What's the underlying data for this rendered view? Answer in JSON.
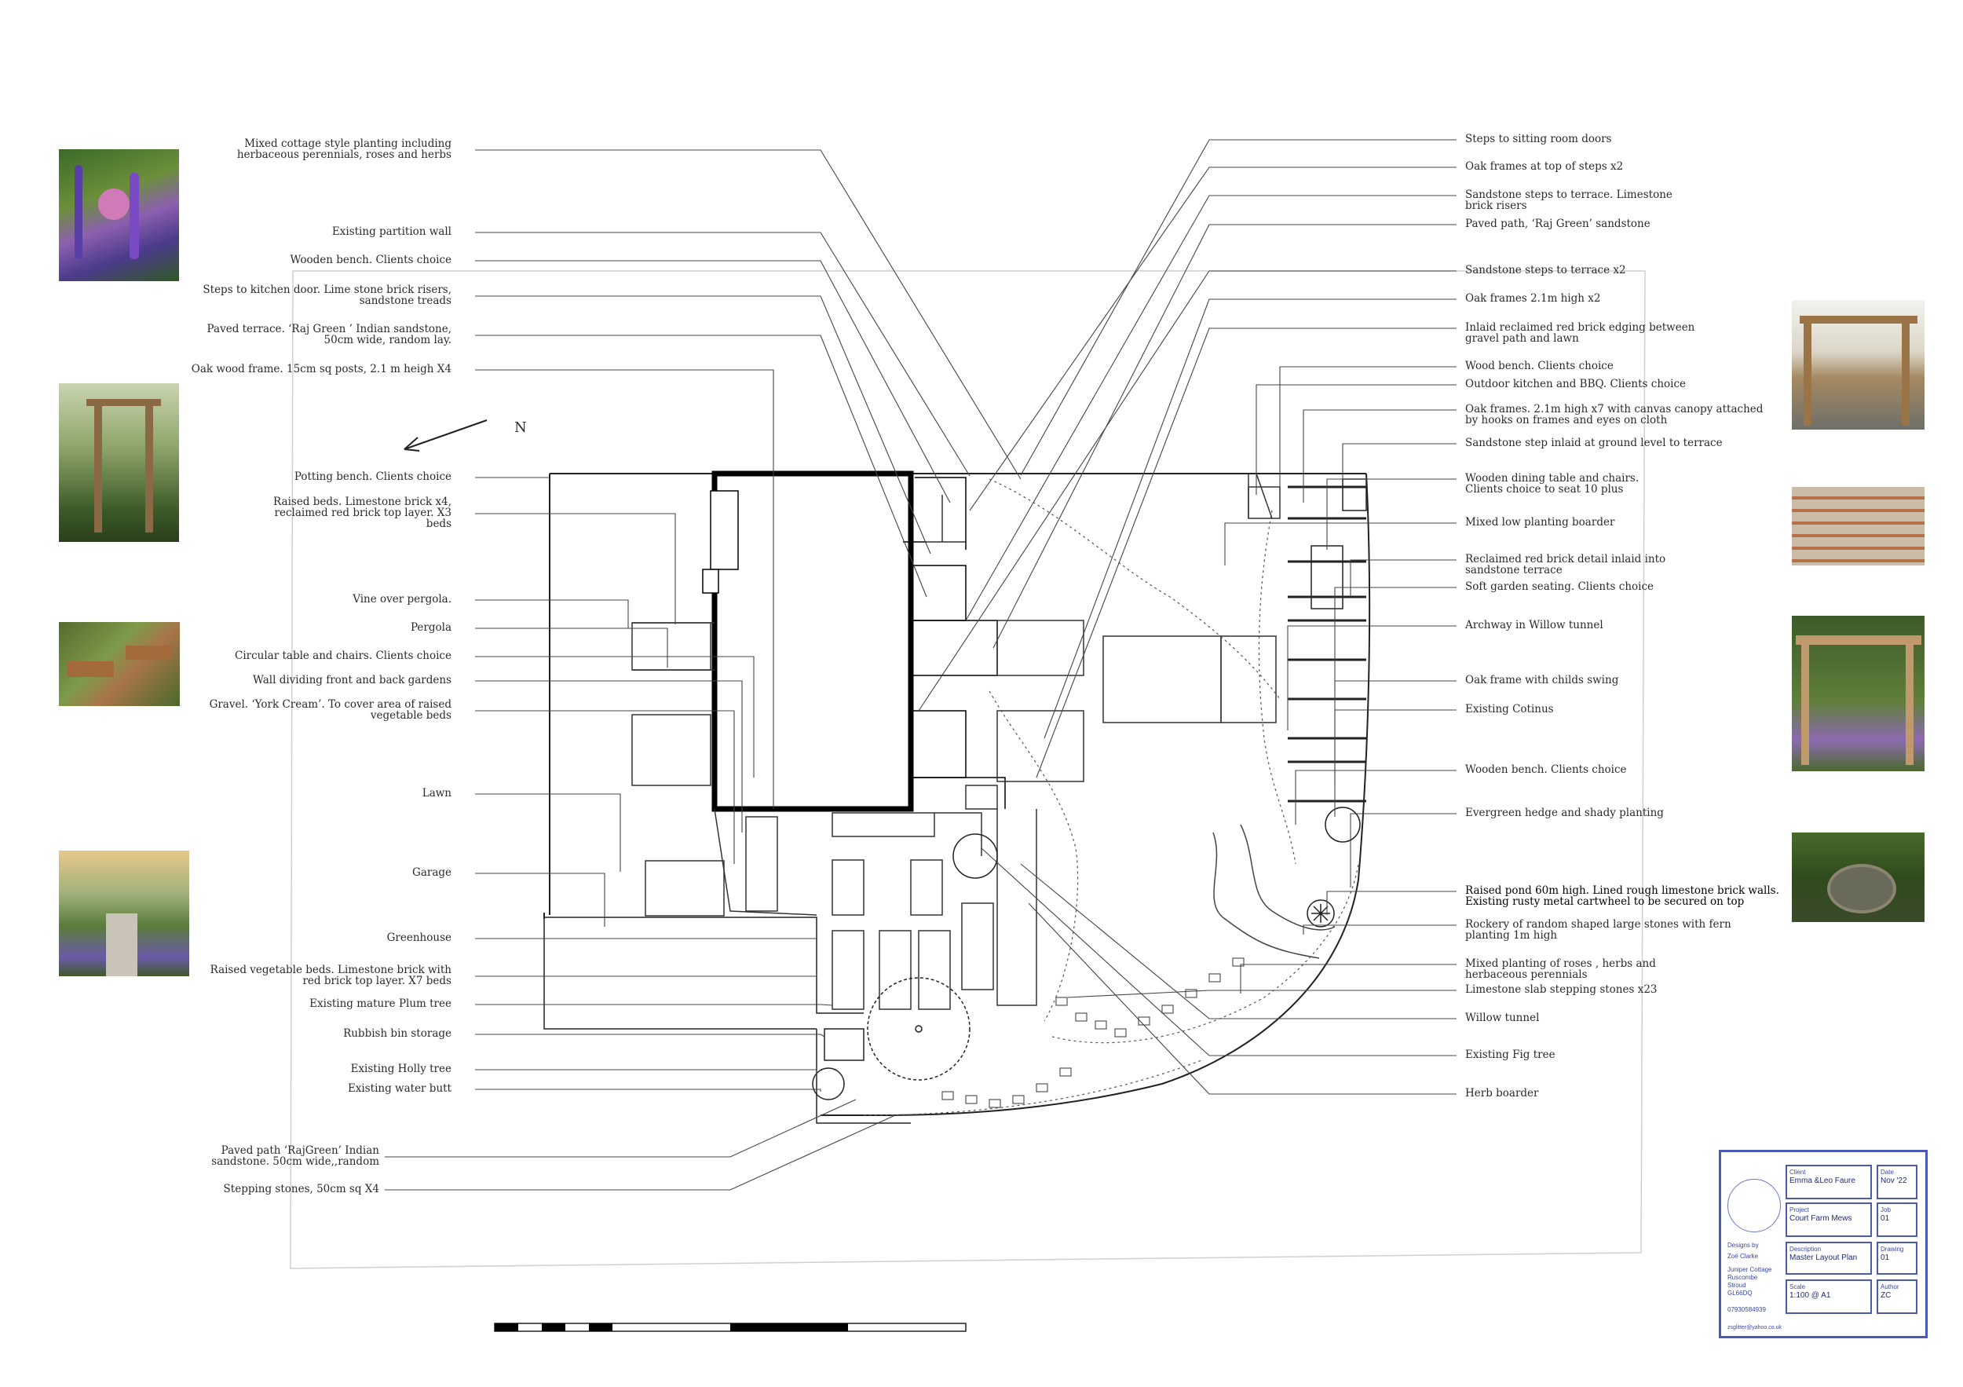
{
  "left_labels": [
    "Mixed cottage style planting including\nherbaceous perennials, roses and herbs",
    "Existing partition wall",
    "Wooden bench. Clients choice",
    "Steps to kitchen door. Lime stone brick risers,\nsandstone treads",
    "Paved terrace. ‘Raj Green ’ Indian sandstone,\n50cm wide, random lay.",
    "Oak wood frame. 15cm sq posts, 2.1 m heigh X4",
    "Potting bench. Clients choice",
    "Raised beds. Limestone brick x4,\nreclaimed red brick top layer.       X3\nbeds",
    "Vine over pergola.",
    "Pergola",
    "Circular table and chairs. Clients choice",
    "Wall dividing front and  back gardens",
    "Gravel. ‘York Cream’. To cover area of raised\nvegetable beds",
    "Lawn",
    "Garage",
    "Greenhouse",
    "Raised vegetable beds. Limestone brick  with\nred brick top layer. X7 beds",
    "Existing mature Plum tree",
    "Rubbish bin storage",
    "Existing Holly tree",
    "Existing water butt",
    "Paved path ‘RajGreen’ Indian\nsandstone. 50cm wide,,random",
    "Stepping stones, 50cm sq X4"
  ],
  "right_labels": [
    "Steps to sitting room doors",
    "Oak frames at top of steps x2",
    "Sandstone steps to terrace. Limestone\nbrick risers",
    "Paved path, ‘Raj Green’ sandstone",
    "Sandstone steps to terrace x2",
    "Oak frames 2.1m high x2",
    "Inlaid reclaimed red brick edging between\ngravel path and lawn",
    "Wood bench. Clients choice",
    "Outdoor kitchen and BBQ. Clients choice",
    "Oak frames. 2.1m high x7 with canvas canopy attached\nby hooks on frames and eyes on cloth",
    "Sandstone step inlaid at ground level to terrace",
    "Wooden dining table and chairs.\nClients choice to seat 10 plus",
    "Mixed low planting boarder",
    "Reclaimed red brick detail inlaid into\nsandstone terrace",
    "Soft garden seating. Clients choice",
    "Archway in Willow tunnel",
    "Oak frame with childs swing",
    "Existing Cotinus",
    "Wooden bench. Clients choice",
    "Evergreen hedge and shady planting",
    "Raised pond 60m high. Lined rough limestone brick walls.\nExisting rusty metal cartwheel to be secured on top",
    "Rockery of random shaped large stones with fern\nplanting 1m high",
    "Mixed planting of roses , herbs and\nherbaceous perennials",
    "Limestone slab stepping stones x23",
    "Willow tunnel",
    "Existing Fig tree",
    "Herb boarder"
  ],
  "north_label": "N",
  "title_block": {
    "client_label": "Client",
    "client": "Emma &Leo Faure",
    "date_label": "Date",
    "date": "Nov '22",
    "project_label": "Project",
    "project": "Court Farm Mews",
    "job_label": "Job",
    "job": "01",
    "description_label": "Description",
    "description": "Master Layout Plan",
    "drawing_label": "Drawing",
    "drawing": "01",
    "scale_label": "Scale",
    "scale": "1:100  @  A1",
    "author_label": "Author",
    "author": "ZC",
    "designer_heading": "Designs by",
    "designer": "Zoë Clarke",
    "address": "Juniper Cottage\nRuscombe\nStroud\nGL66DQ",
    "phone": "07930584939",
    "email": "zsglitter@yahoo.co.uk"
  },
  "colors": {
    "title_block": "#4a59b5",
    "ink": "#1a1a1a"
  }
}
